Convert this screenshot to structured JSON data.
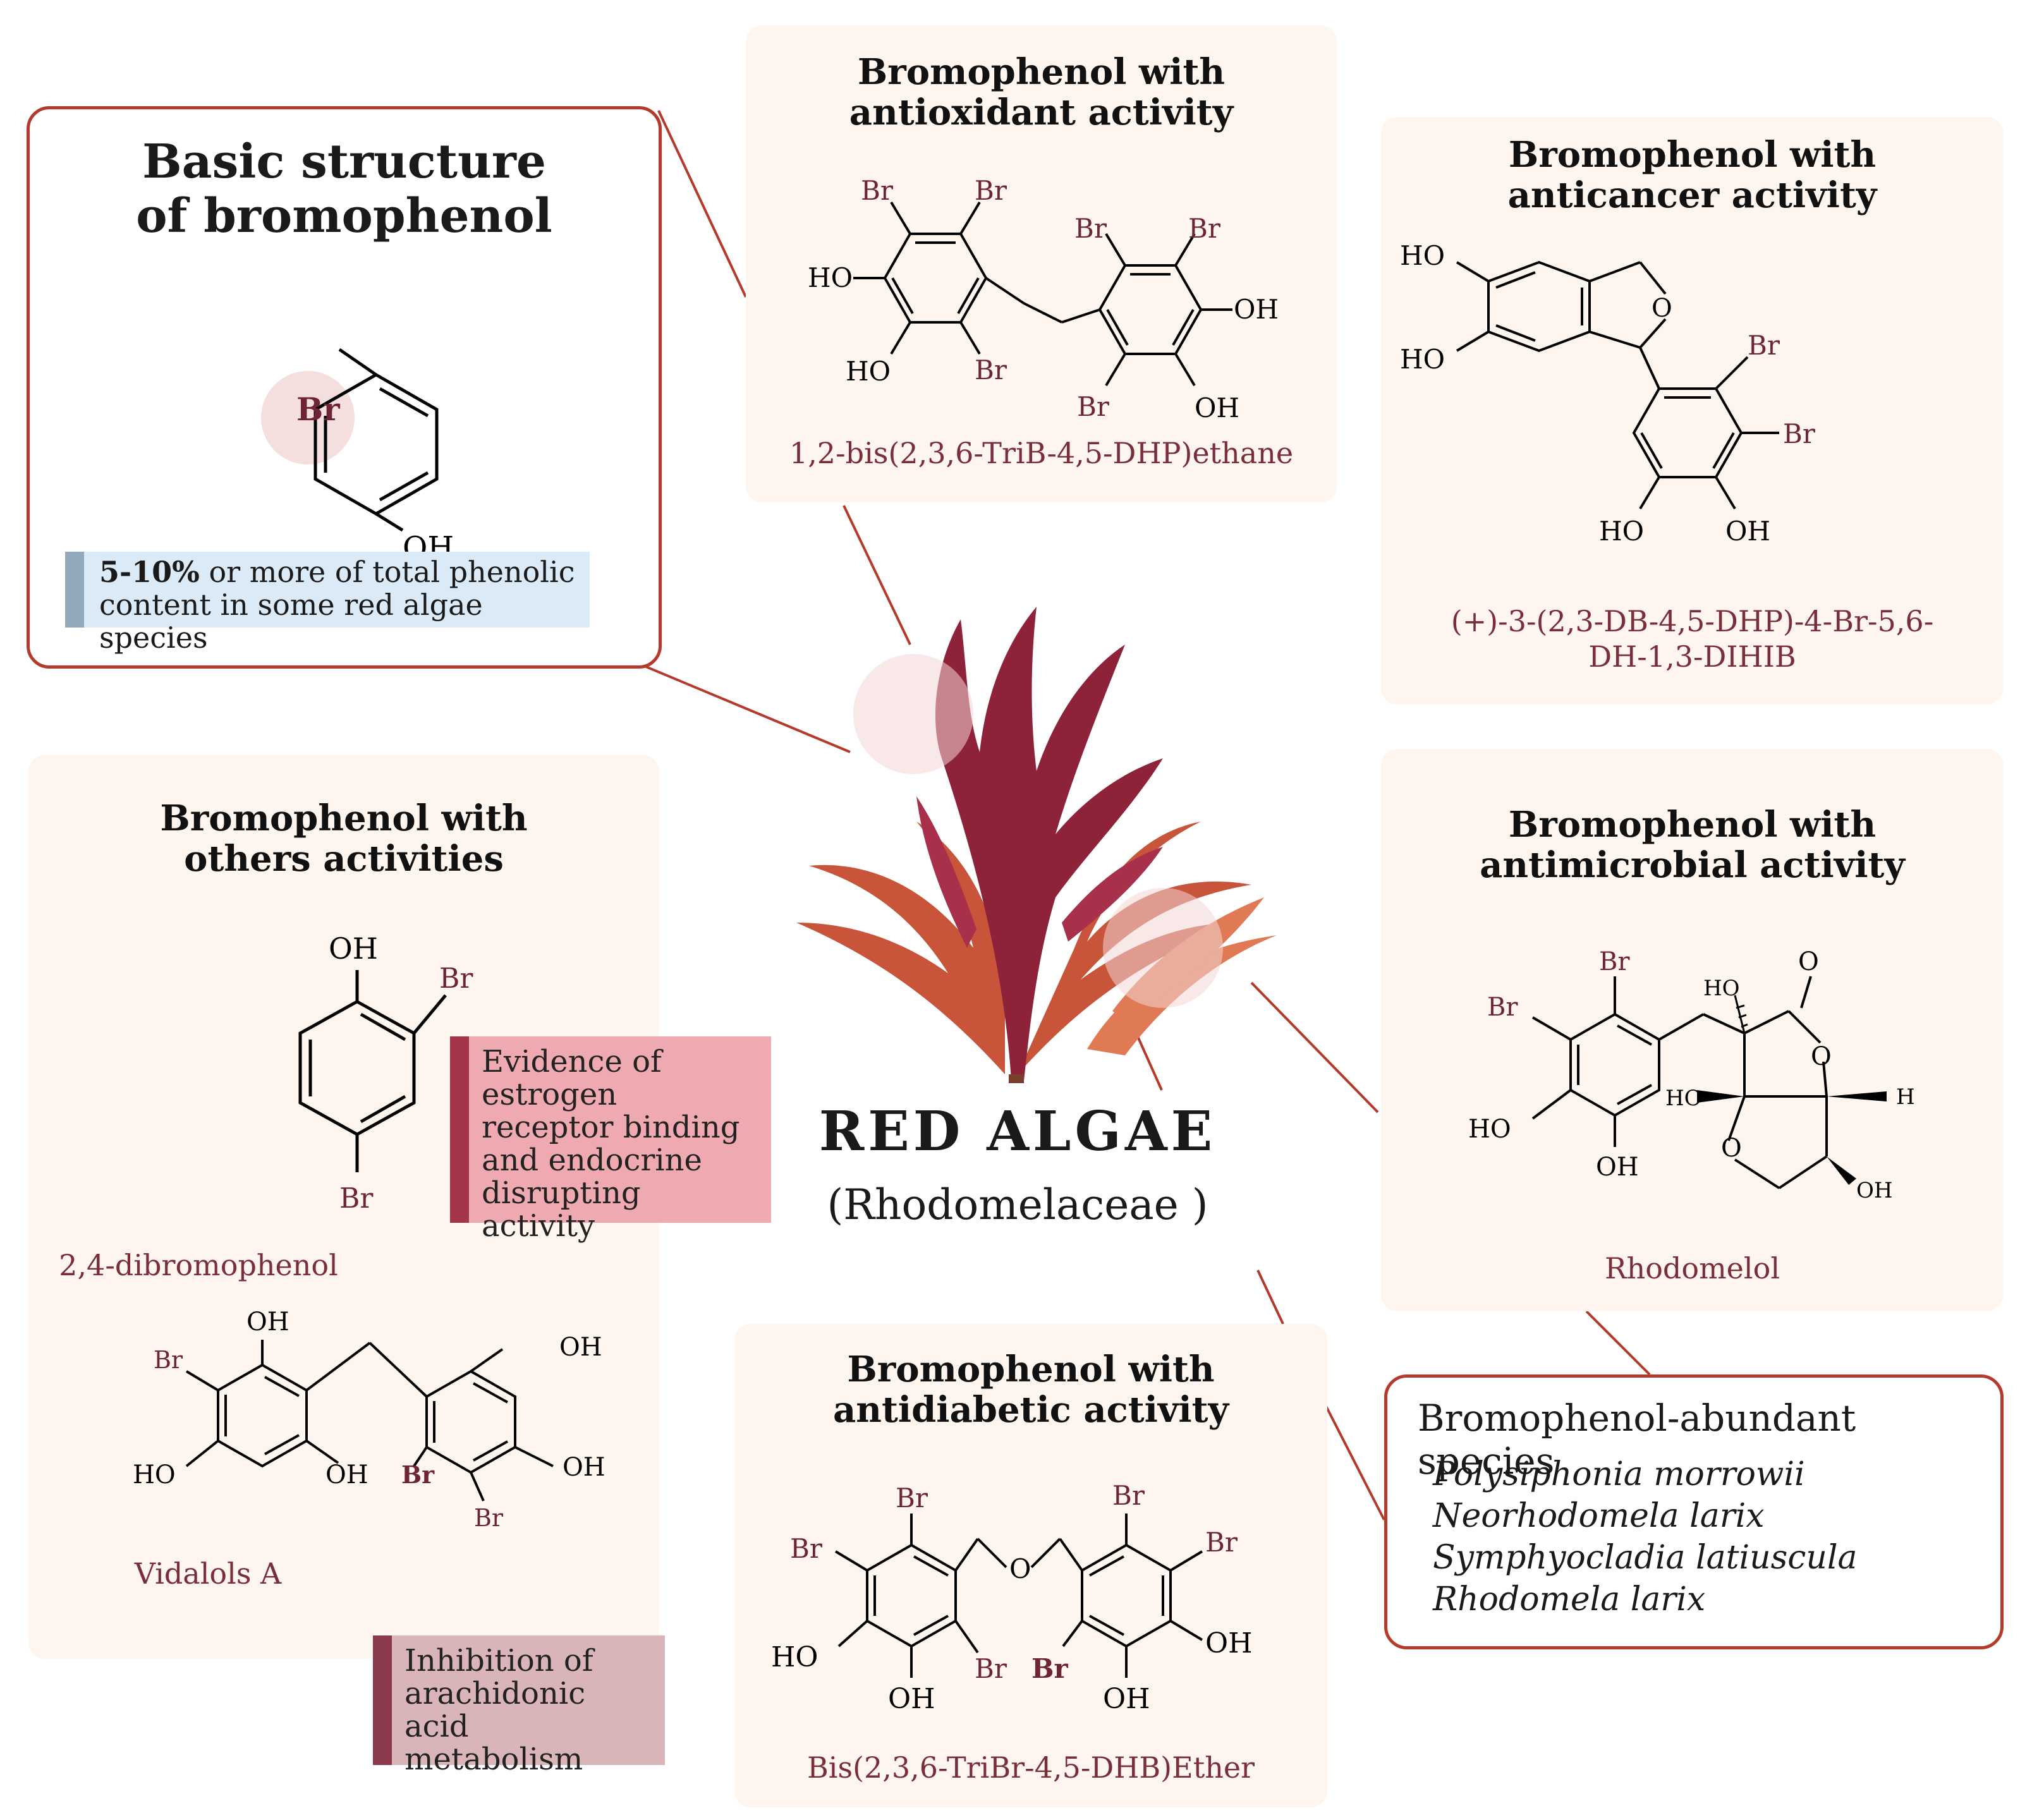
{
  "basic": {
    "title": "Basic structure of bromophenol",
    "stat_bold": "5-10%",
    "stat_rest_line1": "or more of total phenolic",
    "stat_line2": "content in some red algae species"
  },
  "antioxidant": {
    "title": "Bromophenol with antioxidant activity",
    "caption": "1,2-bis(2,3,6-TriB-4,5-DHP)ethane"
  },
  "anticancer": {
    "title": "Bromophenol with anticancer activity",
    "caption": "(+)-3-(2,3-DB-4,5-DHP)-4-Br-5,6-DH-1,3-DIHIB"
  },
  "others": {
    "title": "Bromophenol with others activities",
    "caption1": "2,4-dibromophenol",
    "caption2": "Vidalols A",
    "note_estrogen": "Evidence of estrogen receptor binding and endocrine disrupting activity",
    "note_arachidonic": "Inhibition of arachidonic acid metabolism"
  },
  "antimicrobial": {
    "title": "Bromophenol with antimicrobial activity",
    "caption": "Rhodomelol"
  },
  "antidiabetic": {
    "title": "Bromophenol with antidiabetic activity",
    "caption": "Bis(2,3,6-TriBr-4,5-DHB)Ether"
  },
  "center": {
    "title": "RED ALGAE",
    "subtitle": "(Rhodomelaceae )"
  },
  "species": {
    "title": "Bromophenol-abundant species",
    "items": [
      "Polysiphonia morrowii",
      "Neorhodomela larix",
      "Symphyocladia latiuscula",
      "Rhodomela larix"
    ]
  },
  "atoms": {
    "br": "Br",
    "oh": "OH",
    "ho": "HO",
    "o": "O",
    "h": "H"
  },
  "colors": {
    "accent": "#b43a2c",
    "panel": "#fdf5ee",
    "algae_dark": "#8e2239",
    "algae_orange": "#c8553a",
    "caption": "#7a2e3c"
  }
}
